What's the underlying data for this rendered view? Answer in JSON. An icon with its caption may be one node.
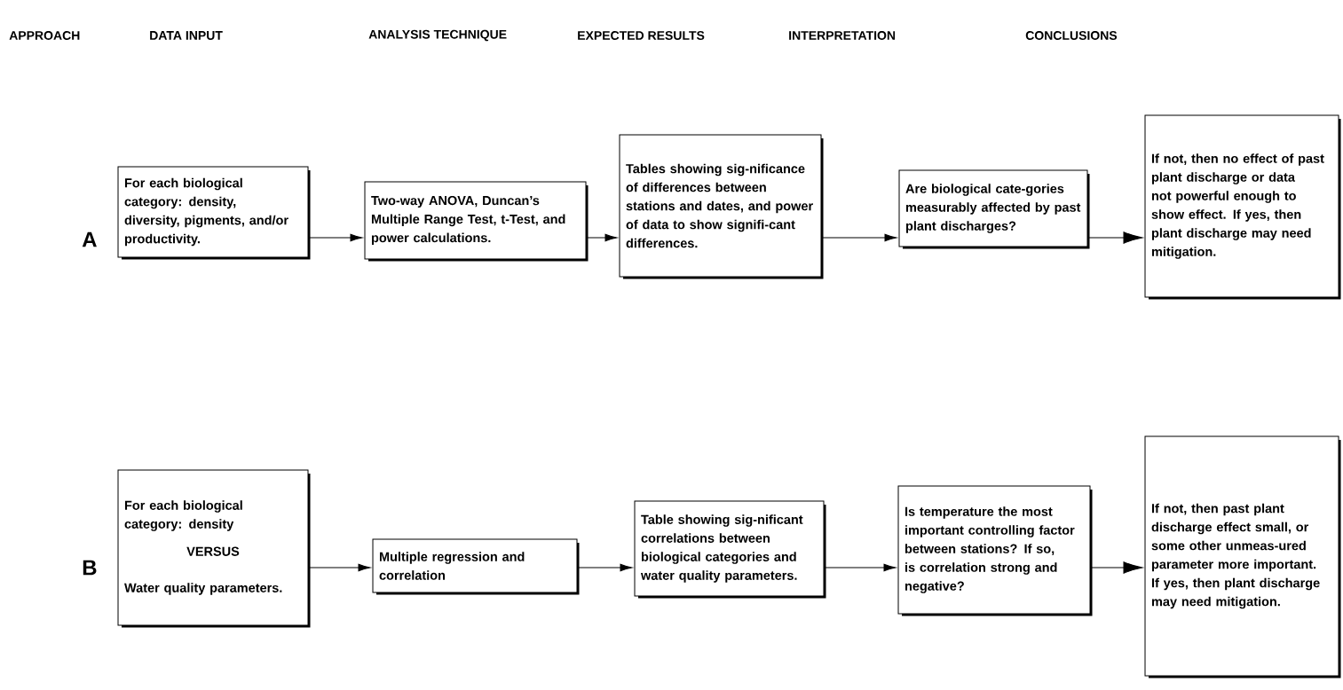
{
  "diagram": {
    "nodes": [
      {
        "text": [
          "For each biological category: density, diversity, pigments, and/or productivity."
        ]
      },
      {
        "text": [
          "Two-way ANOVA, Duncan’s Multiple Range Test, t-Test, and power calculations."
        ]
      },
      {
        "text": [
          "Tables showing sig-nificance of differences between stations and dates, and power of data to show signifi-cant differences."
        ]
      },
      {
        "text": [
          "Are biological cate-gories measurably affected by past plant discharges?"
        ]
      },
      {
        "text": [
          "If not, then no effect of past plant discharge or data not powerful enough to show effect.  If yes, then plant discharge may need mitigation."
        ]
      },
      {
        "text": [
          "For each biological category: density",
          "VERSUS",
          "Water quality parameters."
        ]
      },
      {
        "text": [
          "Multiple regression and correlation"
        ]
      },
      {
        "text": [
          "Table showing sig-nificant correlations between biological categories and water quality parameters."
        ]
      },
      {
        "text": [
          "Is temperature the most important controlling factor between stations? If so, is correlation strong and negative?"
        ]
      },
      {
        "text": [
          "If not, then past plant discharge effect small, or some other unmeas-ured parameter more important. If yes, then plant discharge may need mitigation."
        ]
      }
    ],
    "edges": [
      {
        "from": 0,
        "to": 1,
        "arrow": "to"
      },
      {
        "from": 1,
        "to": 2,
        "arrow": "to"
      },
      {
        "from": 2,
        "to": 3,
        "arrow": "to"
      },
      {
        "from": 3,
        "to": 4,
        "arrow": "to"
      },
      {
        "from": 5,
        "to": 6,
        "arrow": "to"
      },
      {
        "from": 6,
        "to": 7,
        "arrow": "to"
      },
      {
        "from": 7,
        "to": 8,
        "arrow": "to"
      },
      {
        "from": 8,
        "to": 9,
        "arrow": "to"
      }
    ],
    "labels": [
      "APPROACH",
      "DATA INPUT",
      "ANALYSIS TECHNIQUE",
      "EXPECTED RESULTS",
      "INTERPRETATION",
      "CONCLUSIONS",
      "A",
      "B"
    ]
  }
}
